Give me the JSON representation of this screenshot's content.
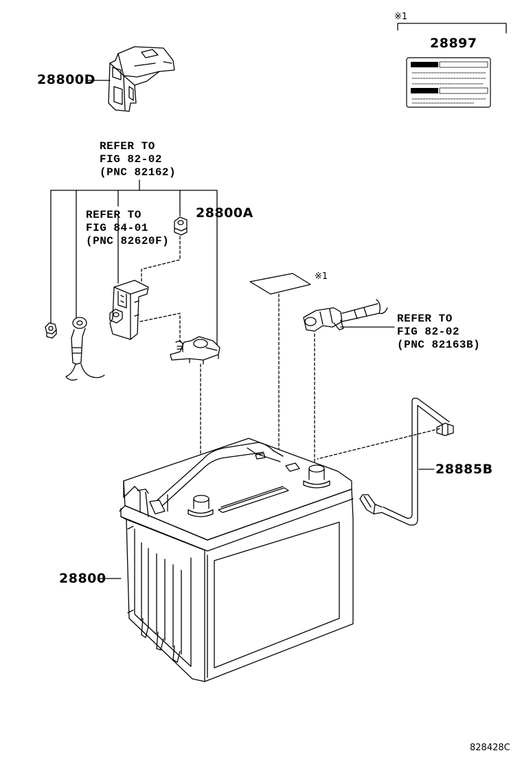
{
  "parts": {
    "p28800D": "28800D",
    "p28897": "28897",
    "p28800A": "28800A",
    "p28885B": "28885B",
    "p28800": "28800"
  },
  "references": {
    "ref_top": [
      "REFER TO",
      "FIG 82-02",
      "(PNC 82162)"
    ],
    "ref_mid": [
      "REFER TO",
      "FIG 84-01",
      "(PNC 82620F)"
    ],
    "ref_right": [
      "REFER TO",
      "FIG 82-02",
      "(PNC 82163B)"
    ]
  },
  "marks": {
    "note_top": "※1",
    "note_sheet": "※1"
  },
  "drawing_code": "828428C"
}
